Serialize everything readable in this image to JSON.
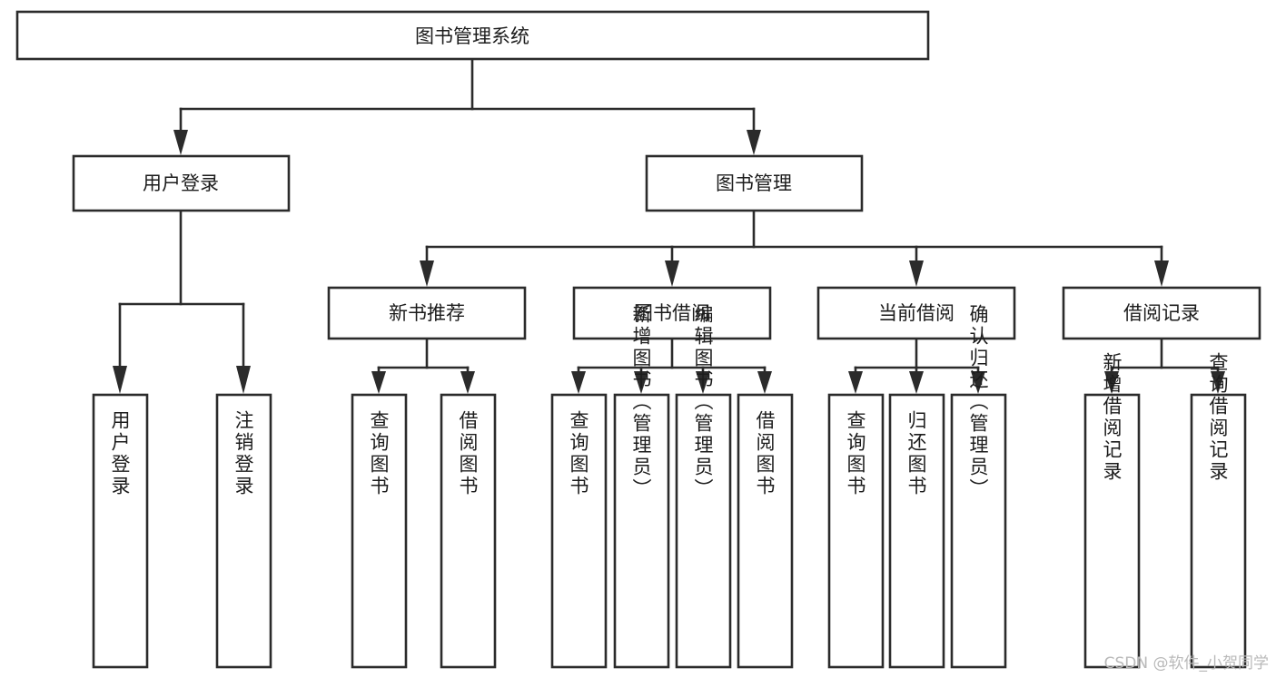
{
  "diagram": {
    "title": "图书管理系统",
    "type": "tree-hierarchy-chart",
    "watermark": "CSDN @软件_小贺同学",
    "colors": {
      "background": "#ffffff",
      "box_stroke": "#2b2b2b",
      "box_fill": "#ffffff",
      "connector": "#2b2b2b",
      "text": "#1c1c1c",
      "watermark": "#b9b9b9"
    },
    "root": {
      "label": "图书管理系统"
    },
    "level2": [
      {
        "label": "用户登录"
      },
      {
        "label": "图书管理"
      }
    ],
    "level3": [
      {
        "label": "新书推荐"
      },
      {
        "label": "图书借阅"
      },
      {
        "label": "当前借阅"
      },
      {
        "label": "借阅记录"
      }
    ],
    "leaves": {
      "user_login": [
        {
          "label": "用户登录"
        },
        {
          "label": "注销登录"
        }
      ],
      "new_book_rec": [
        {
          "label": "查询图书"
        },
        {
          "label": "借阅图书"
        }
      ],
      "book_borrow": [
        {
          "label": "查询图书"
        },
        {
          "label": "新增图书（管理员）"
        },
        {
          "label": "编辑图书（管理员）"
        },
        {
          "label": "借阅图书"
        }
      ],
      "current_borrow": [
        {
          "label": "查询图书"
        },
        {
          "label": "归还图书"
        },
        {
          "label": "确认归还（管理员）"
        }
      ],
      "borrow_record": [
        {
          "label": "新增借阅记录"
        },
        {
          "label": "查询借阅记录"
        }
      ]
    }
  }
}
